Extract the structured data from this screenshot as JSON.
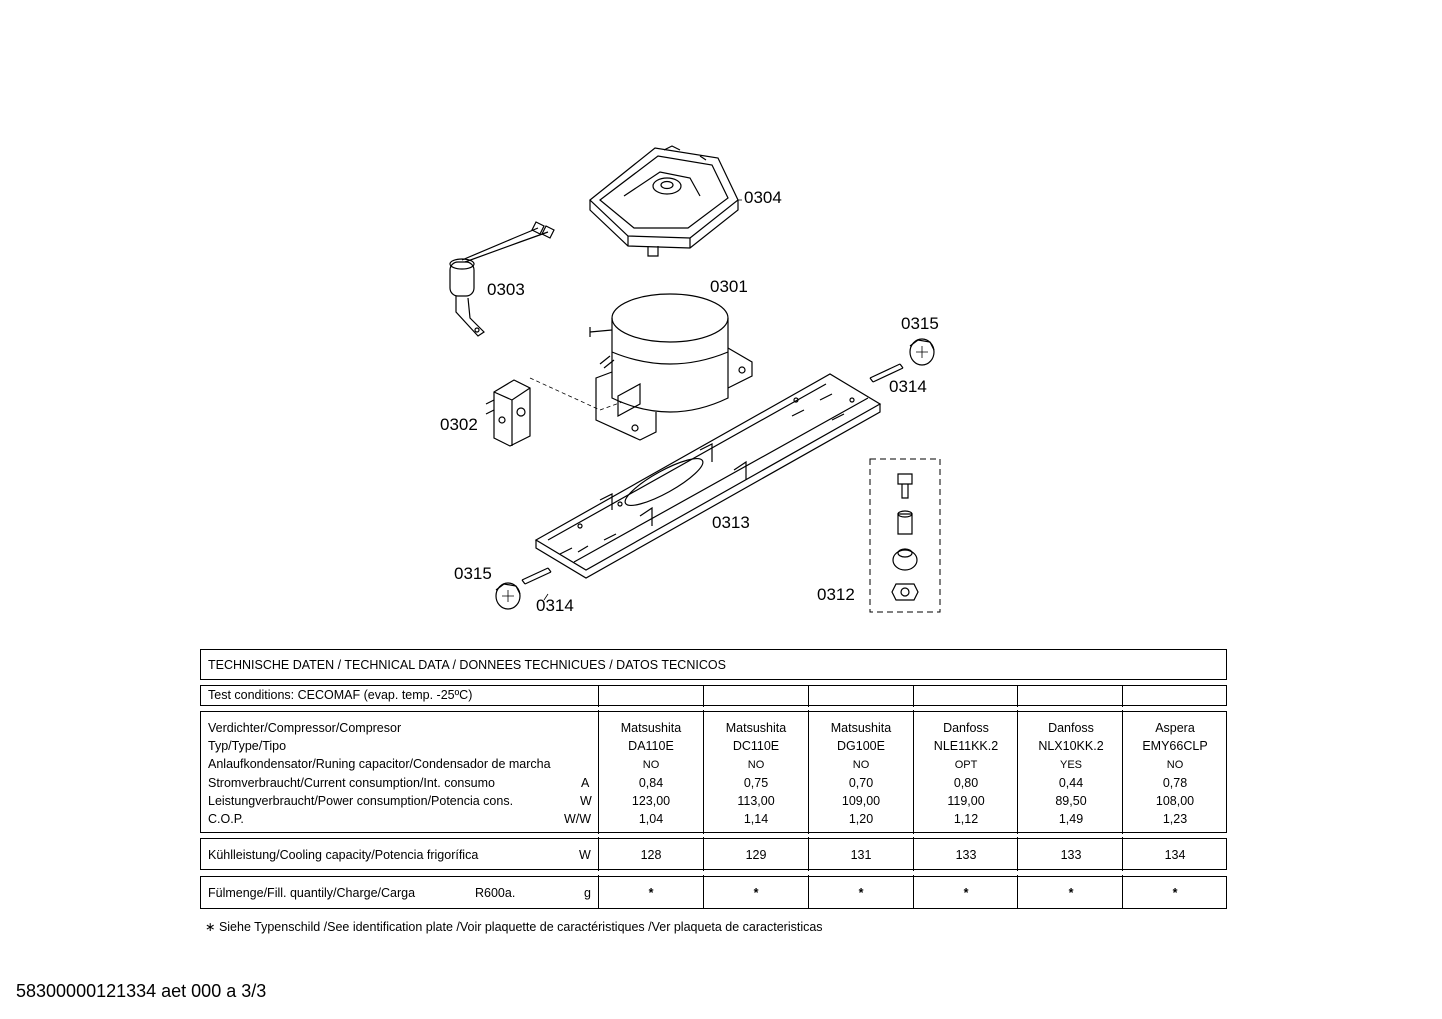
{
  "parts": [
    {
      "code": "0304"
    },
    {
      "code": "0303"
    },
    {
      "code": "0301"
    },
    {
      "code": "0315"
    },
    {
      "code": "0314"
    },
    {
      "code": "0302"
    },
    {
      "code": "0313"
    },
    {
      "code": "0315"
    },
    {
      "code": "0314"
    },
    {
      "code": "0312"
    }
  ],
  "table": {
    "header": "TECHNISCHE DATEN / TECHNICAL DATA / DONNEES TECHNICUES / DATOS TECNICOS",
    "test_conditions": "Test conditions:  CECOMAF (evap. temp. -25ºC)",
    "row_labels": [
      {
        "label": "Verdichter/Compressor/Compresor",
        "unit": ""
      },
      {
        "label": "Typ/Type/Tipo",
        "unit": ""
      },
      {
        "label": "Anlaufkondensator/Runing capacitor/Condensador de marcha",
        "unit": ""
      },
      {
        "label": "Stromverbraucht/Current consumption/Int. consumo",
        "unit": "A"
      },
      {
        "label": "Leistungverbraucht/Power consumption/Potencia cons.",
        "unit": "W"
      },
      {
        "label": "C.O.P.",
        "unit": "W/W"
      }
    ],
    "columns": [
      {
        "compressor": "Matsushita",
        "type": "DA110E",
        "capacitor": "NO",
        "current": "0,84",
        "power": "123,00",
        "cop": "1,04",
        "cooling": "128",
        "charge": "*"
      },
      {
        "compressor": "Matsushita",
        "type": "DC110E",
        "capacitor": "NO",
        "current": "0,75",
        "power": "113,00",
        "cop": "1,14",
        "cooling": "129",
        "charge": "*"
      },
      {
        "compressor": "Matsushita",
        "type": "DG100E",
        "capacitor": "NO",
        "current": "0,70",
        "power": "109,00",
        "cop": "1,20",
        "cooling": "131",
        "charge": "*"
      },
      {
        "compressor": "Danfoss",
        "type": "NLE11KK.2",
        "capacitor": "OPT",
        "current": "0,80",
        "power": "119,00",
        "cop": "1,12",
        "cooling": "133",
        "charge": "*"
      },
      {
        "compressor": "Danfoss",
        "type": "NLX10KK.2",
        "capacitor": "YES",
        "current": "0,44",
        "power": "89,50",
        "cop": "1,49",
        "cooling": "133",
        "charge": "*"
      },
      {
        "compressor": "Aspera",
        "type": "EMY66CLP",
        "capacitor": "NO",
        "current": "0,78",
        "power": "108,00",
        "cop": "1,23",
        "cooling": "134",
        "charge": "*"
      }
    ],
    "cooling_label": "Kühlleistung/Cooling capacity/Potencia frigorífica",
    "cooling_unit": "W",
    "charge_label": "Fülmenge/Fill. quantily/Charge/Carga",
    "charge_refrigerant": "R600a.",
    "charge_unit": "g"
  },
  "footnote": "∗ Siehe Typenschild /See identification plate /Voir plaquette de caractéristiques /Ver plaqueta de caracteristicas",
  "document_id": "58300000121334 aet 000 a 3/3"
}
